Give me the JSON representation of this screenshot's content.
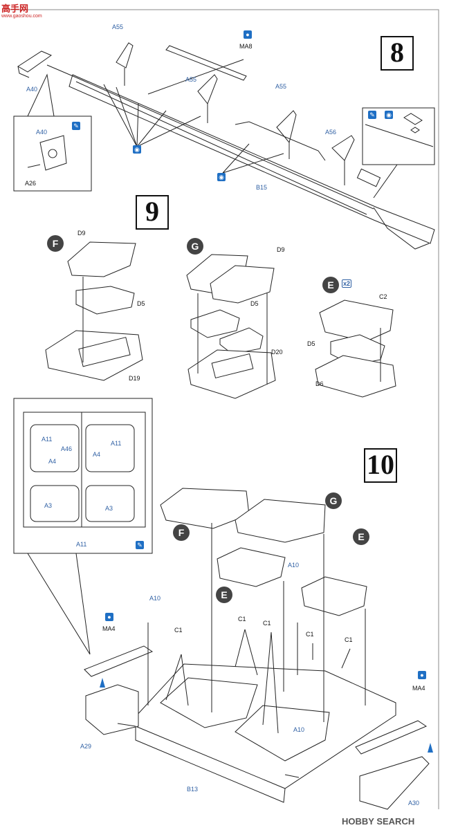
{
  "watermark": {
    "site": "高手网",
    "url": "www.gaoshou.com"
  },
  "steps": [
    "8",
    "9",
    "10"
  ],
  "groups": {
    "f": "F",
    "g": "G",
    "e": "E",
    "e_multiplier": "x2"
  },
  "icons": [
    "paint-drop-icon",
    "brush-icon",
    "glue-icon"
  ],
  "labels": {
    "a55_1": "A55",
    "ma8": "MA8",
    "a55_2": "A55",
    "a55_3": "A55",
    "a56": "A56",
    "a40_main": "A40",
    "a40_detail": "A40",
    "a26": "A26",
    "b15": "B15",
    "d9_f": "D9",
    "d5_f": "D5",
    "d19": "D19",
    "d9_g": "D9",
    "d5_g": "D5",
    "d20": "D20",
    "c2": "C2",
    "d5_e": "D5",
    "d6": "D6",
    "a11_l": "A11",
    "a46": "A46",
    "a11_r": "A11",
    "a4_l": "A4",
    "a4_r": "A4",
    "a3_l": "A3",
    "a3_r": "A3",
    "a11_bottom": "A11",
    "f10": "F",
    "g10": "G",
    "e10_a": "E",
    "e10_b": "E",
    "a10_top": "A10",
    "a10_left": "A10",
    "a10_mid": "A10",
    "c1_a": "C1",
    "c1_b": "C1",
    "c1_c": "C1",
    "c1_d": "C1",
    "c1_e": "C1",
    "ma4_l": "MA4",
    "ma4_r": "MA4",
    "a29": "A29",
    "b13": "B13",
    "a30": "A30"
  },
  "footer": {
    "brand": "HOBBY SEARCH"
  }
}
